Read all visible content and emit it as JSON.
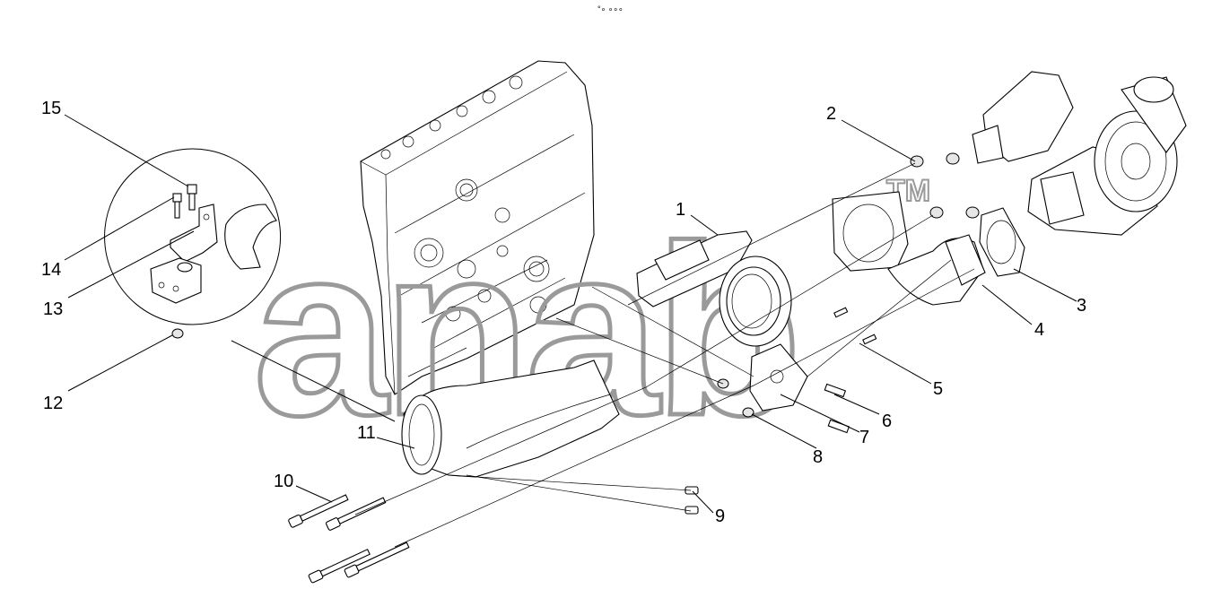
{
  "header_mark": "°∘ ∘∘∘",
  "watermark": {
    "text": "anab",
    "tm": "TM"
  },
  "callouts": [
    {
      "id": "c1",
      "text": "1"
    },
    {
      "id": "c2",
      "text": "2"
    },
    {
      "id": "c3",
      "text": "3"
    },
    {
      "id": "c4",
      "text": "4"
    },
    {
      "id": "c5",
      "text": "5"
    },
    {
      "id": "c6",
      "text": "6"
    },
    {
      "id": "c7",
      "text": "7"
    },
    {
      "id": "c8",
      "text": "8"
    },
    {
      "id": "c9",
      "text": "9"
    },
    {
      "id": "c10",
      "text": "10"
    },
    {
      "id": "c11",
      "text": "11"
    },
    {
      "id": "c12",
      "text": "12"
    },
    {
      "id": "c13",
      "text": "13"
    },
    {
      "id": "c14",
      "text": "14"
    },
    {
      "id": "c15",
      "text": "15"
    }
  ]
}
